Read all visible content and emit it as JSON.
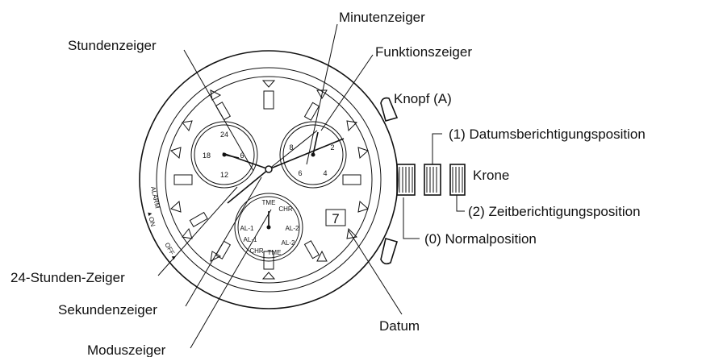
{
  "labels": {
    "minute_hand": "Minutenzeiger",
    "hour_hand": "Stundenzeiger",
    "function_hand": "Funktionszeiger",
    "button_a": "Knopf (A)",
    "date_position": "(1) Datumsberichtigungsposition",
    "crown": "Krone",
    "time_position": "(2) Zeitberichtigungsposition",
    "normal_position": "(0) Normalposition",
    "hour24_hand": "24-Stunden-Zeiger",
    "second_hand": "Sekundenzeiger",
    "mode_hand": "Moduszeiger",
    "date": "Datum"
  },
  "bezel": {
    "alarm": "ALARM",
    "on": "▲ON",
    "off": "OFF▲"
  },
  "dial": {
    "date_value": "7",
    "left_subdial": [
      "24",
      "18",
      "6",
      "12"
    ],
    "right_subdial": [
      "8",
      "2",
      "6",
      "4"
    ],
    "bottom_subdial": [
      "TME",
      "CHR",
      "AL-1",
      "AL-2",
      "CHR",
      "TME",
      "AL-1",
      "AL-2"
    ]
  }
}
